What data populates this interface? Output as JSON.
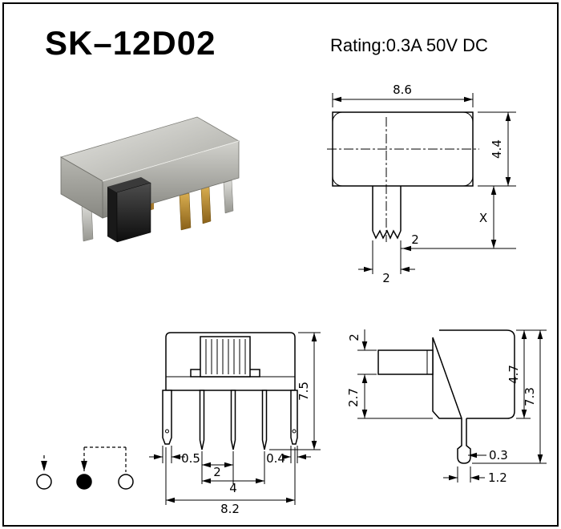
{
  "header": {
    "title": "SK–12D02",
    "rating": "Rating:0.3A 50V DC"
  },
  "top_view": {
    "body_width": "8.6",
    "body_height": "4.4",
    "stem_travel": "X",
    "stem_offset": "2",
    "stem_width": "2"
  },
  "front_view": {
    "total_height": "7.5",
    "left_lug_width": "0.5",
    "pin_pitch": "2",
    "pin_span": "4",
    "right_lug_width": "0.4",
    "body_width": "8.2"
  },
  "side_view": {
    "knob_height": "2",
    "knob_to_bottom": "2.7",
    "body_height": "4.7",
    "total_height": "7.3",
    "pin_thickness": "0.3",
    "pin_width": "1.2"
  }
}
